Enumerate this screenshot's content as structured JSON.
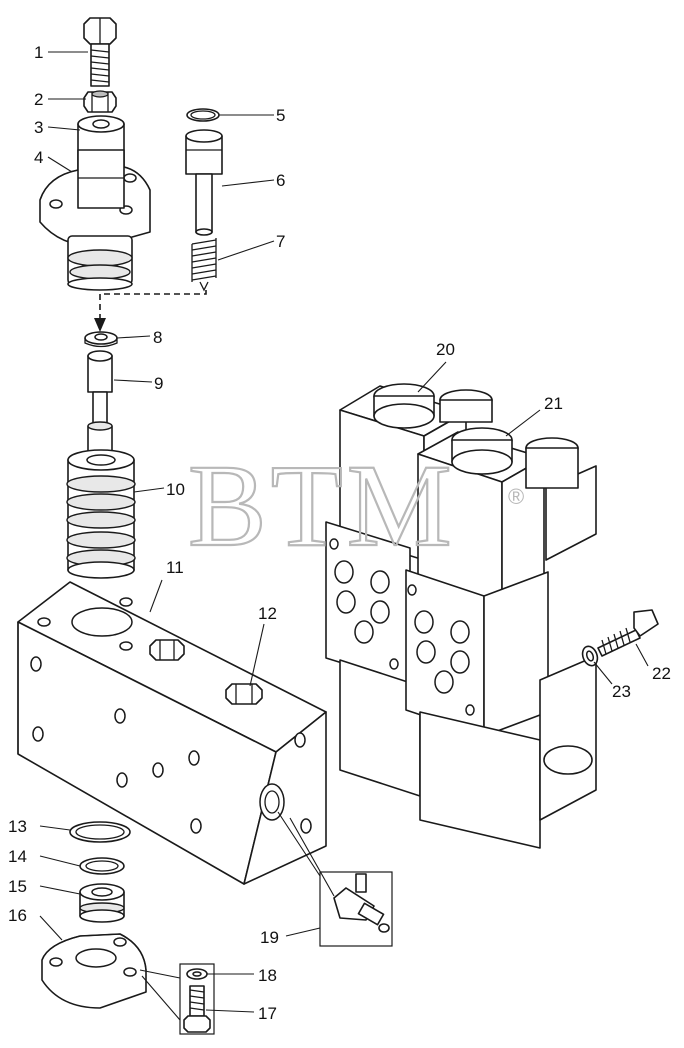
{
  "watermark": {
    "text": "BTM",
    "registered_mark": "®"
  },
  "callouts": [
    {
      "id": "1",
      "label": "1"
    },
    {
      "id": "2",
      "label": "2"
    },
    {
      "id": "3",
      "label": "3"
    },
    {
      "id": "4",
      "label": "4"
    },
    {
      "id": "5",
      "label": "5"
    },
    {
      "id": "6",
      "label": "6"
    },
    {
      "id": "7",
      "label": "7"
    },
    {
      "id": "8",
      "label": "8"
    },
    {
      "id": "9",
      "label": "9"
    },
    {
      "id": "10",
      "label": "10"
    },
    {
      "id": "11",
      "label": "11"
    },
    {
      "id": "12",
      "label": "12"
    },
    {
      "id": "13",
      "label": "13"
    },
    {
      "id": "14",
      "label": "14"
    },
    {
      "id": "15",
      "label": "15"
    },
    {
      "id": "16",
      "label": "16"
    },
    {
      "id": "17",
      "label": "17"
    },
    {
      "id": "18",
      "label": "18"
    },
    {
      "id": "19",
      "label": "19"
    },
    {
      "id": "20",
      "label": "20"
    },
    {
      "id": "21",
      "label": "21"
    },
    {
      "id": "22",
      "label": "22"
    },
    {
      "id": "23",
      "label": "23"
    }
  ]
}
